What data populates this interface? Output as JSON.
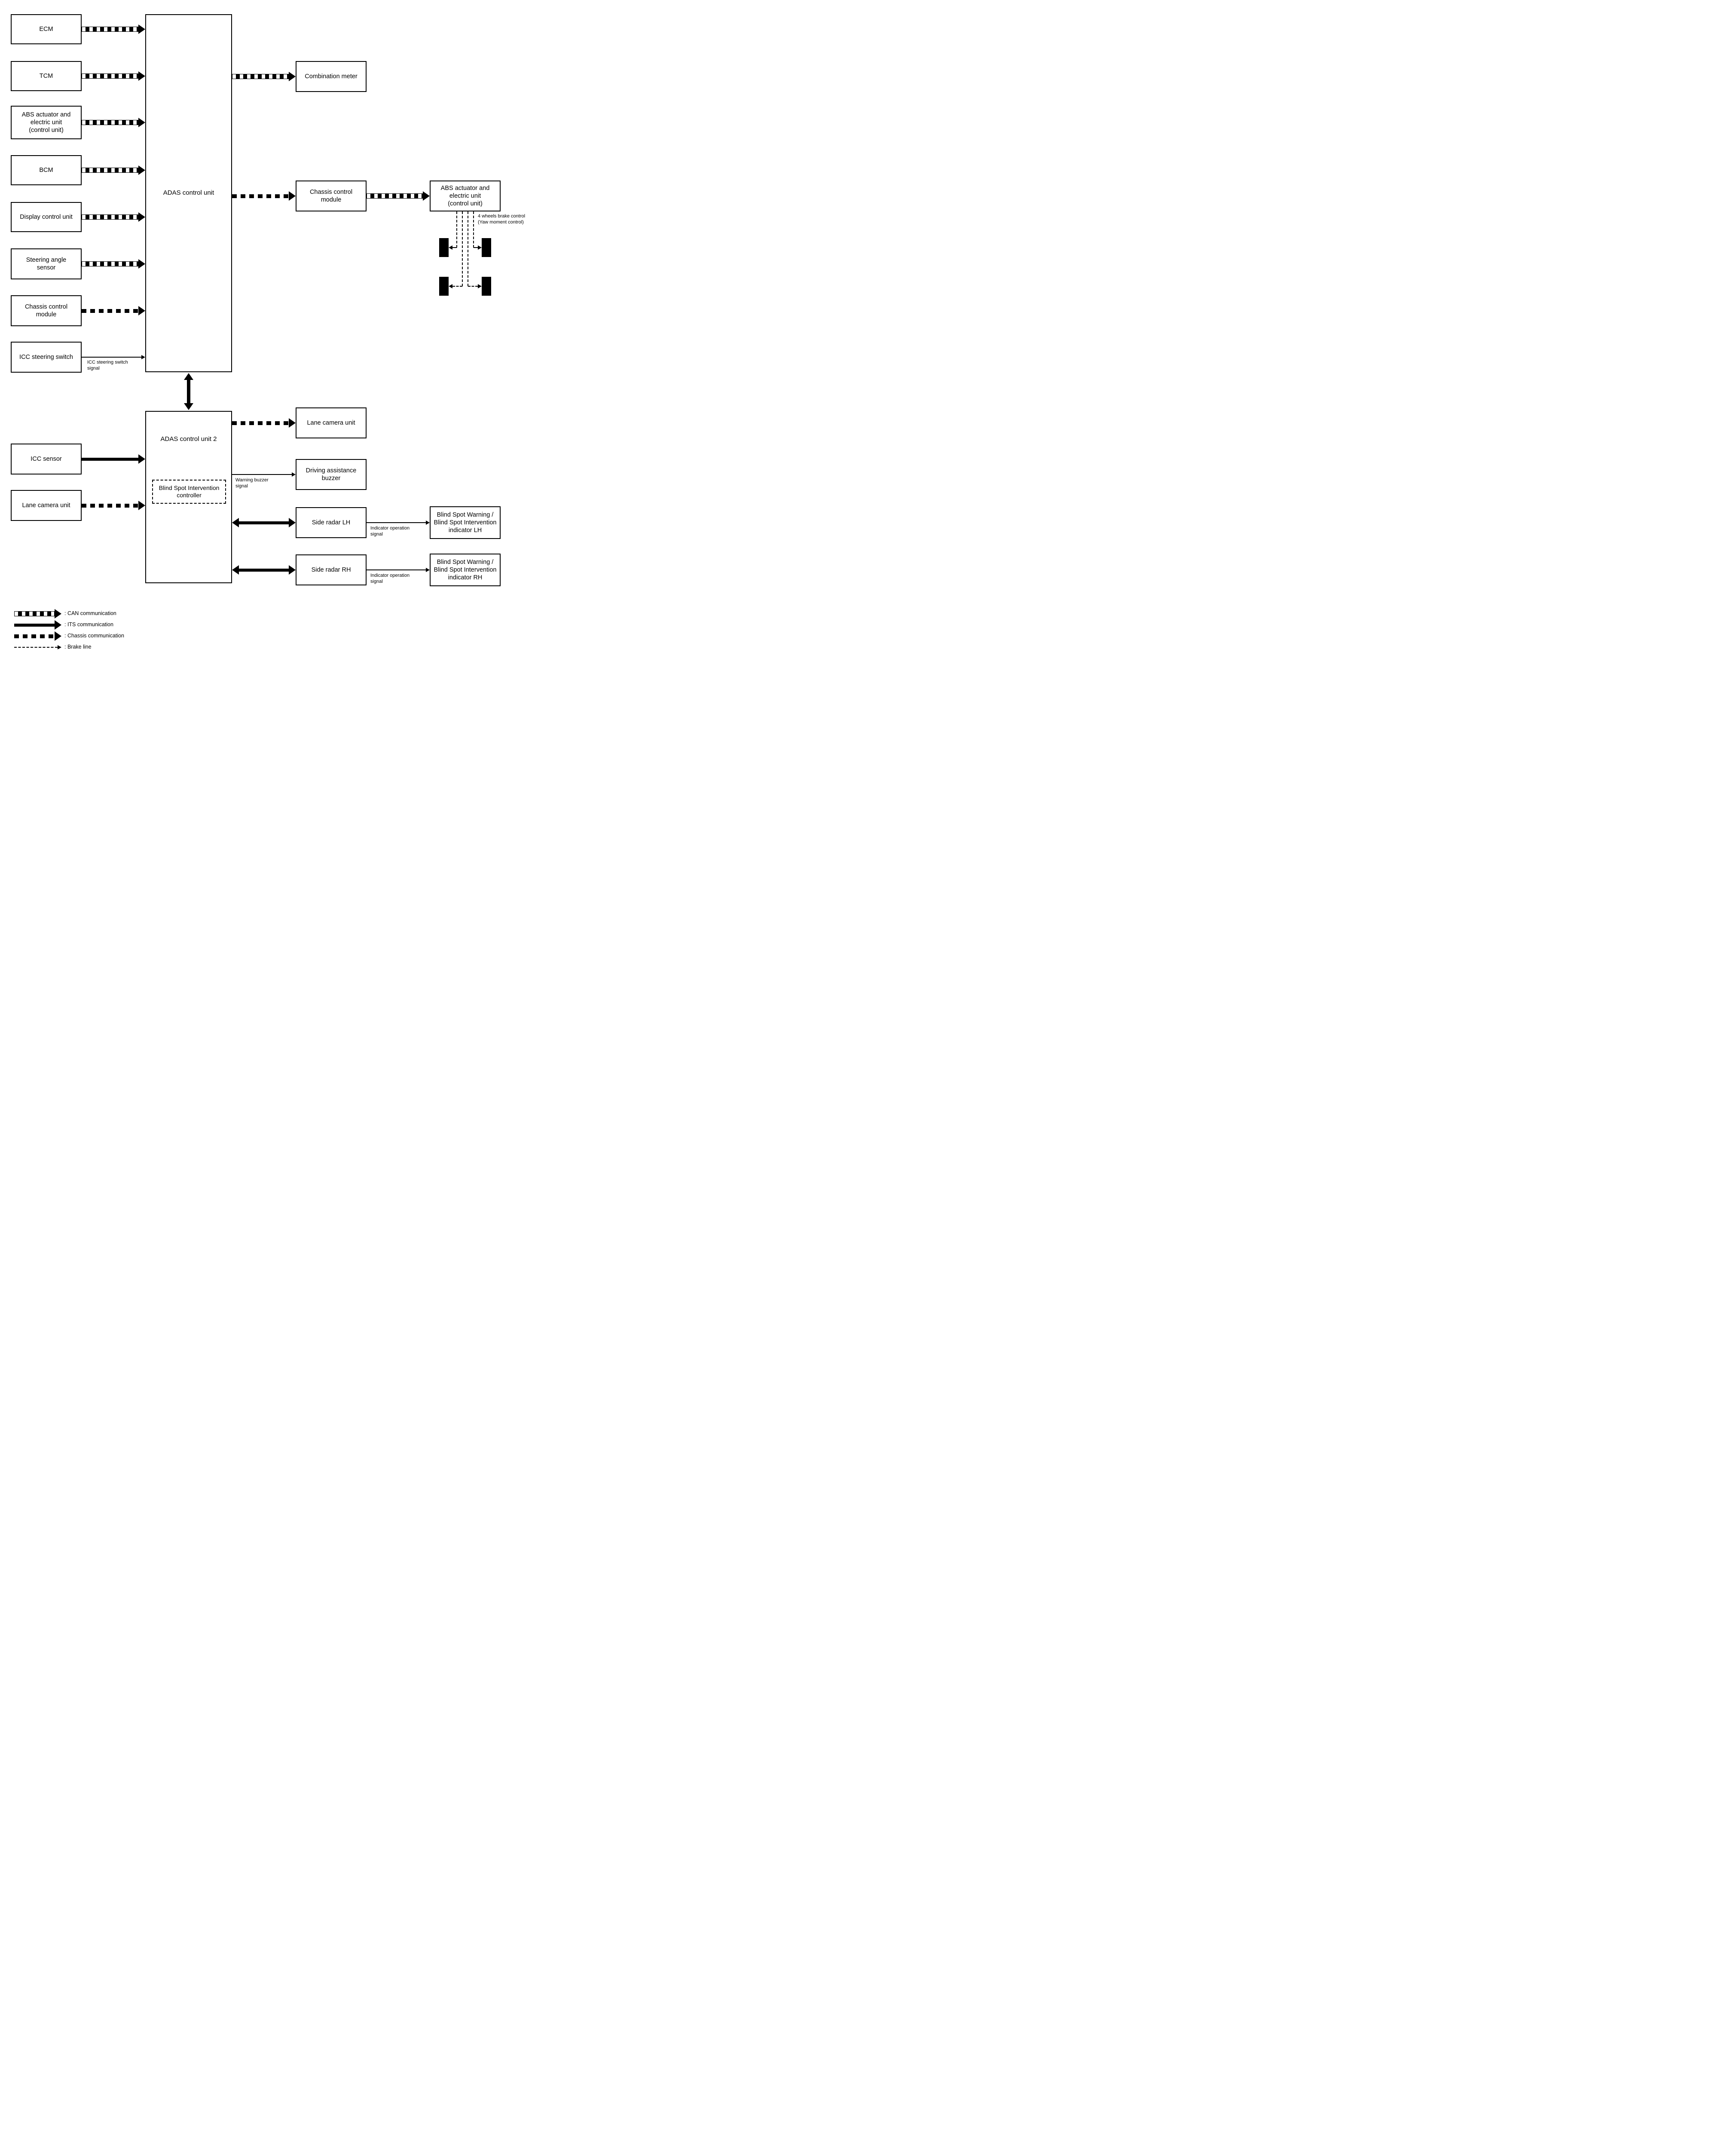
{
  "boxes": {
    "ecm": "ECM",
    "tcm": "TCM",
    "abs_left": "ABS actuator and\nelectric unit\n(control unit)",
    "bcm": "BCM",
    "display_control_unit": "Display control unit",
    "steering_angle_sensor": "Steering angle\nsensor",
    "chassis_control_module_left": "Chassis control\nmodule",
    "icc_steering_switch": "ICC steering switch",
    "icc_sensor": "ICC sensor",
    "lane_camera_unit_left": "Lane camera unit",
    "adas_control_unit": "ADAS control unit",
    "adas_control_unit_2": "ADAS control unit 2",
    "bsi_controller": "Blind Spot Intervention\ncontroller",
    "combination_meter": "Combination meter",
    "chassis_control_module_right": "Chassis control\nmodule",
    "abs_right": "ABS actuator and\nelectric unit\n(control unit)",
    "lane_camera_unit_right": "Lane camera unit",
    "driving_assistance_buzzer": "Driving assistance\nbuzzer",
    "side_radar_lh": "Side radar LH",
    "side_radar_rh": "Side radar RH",
    "bsw_indicator_lh": "Blind Spot Warning /\nBlind Spot Intervention\nindicator LH",
    "bsw_indicator_rh": "Blind Spot Warning /\nBlind Spot Intervention\nindicator RH"
  },
  "annotations": {
    "icc_steering_switch_signal": "ICC steering switch\nsignal",
    "warning_buzzer_signal": "Warning buzzer\nsignal",
    "indicator_operation_signal_lh": "Indicator operation\nsignal",
    "indicator_operation_signal_rh": "Indicator operation\nsignal",
    "four_wheels_brake_control": "4 wheels brake control\n(Yaw moment control)"
  },
  "legend": {
    "items": [
      {
        "style": "can",
        "label": ": CAN communication"
      },
      {
        "style": "its",
        "label": ": ITS communication"
      },
      {
        "style": "chassis",
        "label": ": Chassis communication"
      },
      {
        "style": "brake",
        "label": ": Brake line"
      }
    ]
  },
  "colors": {
    "ink": "#000000",
    "paper": "#ffffff"
  }
}
